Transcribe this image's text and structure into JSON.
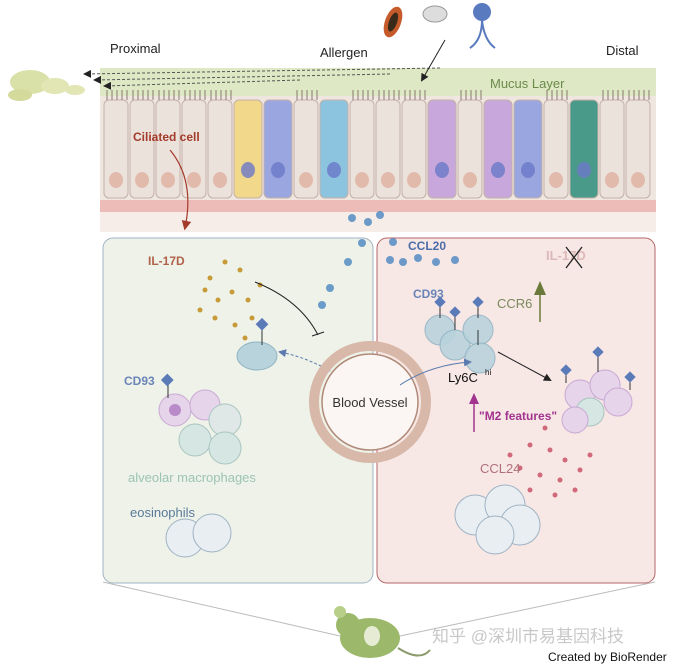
{
  "top": {
    "proximal": "Proximal",
    "allergen": "Allergen",
    "distal": "Distal",
    "mucus_layer": "Mucus Layer",
    "ciliated_cell": "Ciliated cell"
  },
  "left_panel": {
    "il17d": "IL-17D",
    "cd93": "CD93",
    "alveolar_macrophages": "alveolar macrophages",
    "eosinophils": "eosinophils"
  },
  "center": {
    "blood_vessel": "Blood Vessel"
  },
  "right_panel": {
    "ccl20": "CCL20",
    "il17d_crossed": "IL-17D",
    "cd93": "CD93",
    "ccr6": "CCR6",
    "ly6c": "Ly6C",
    "ly6c_sup": "hi",
    "m2_features": "\"M2 features\"",
    "ccl24": "CCL24"
  },
  "footer": {
    "watermark": "知乎 @深圳市易基因科技",
    "credit": "Created by BioRender"
  },
  "colors": {
    "mucus": "#dfe8c4",
    "left_panel_bg": "#eef2e8",
    "right_panel_bg": "#f7e7e5",
    "right_border": "#b5666a",
    "ccl20": "#4a86c0",
    "il17d_dots": "#c89a3a",
    "m2": "#a2338f",
    "ccr6": "#6b7a3a",
    "ciliated_label": "#a33a2a"
  }
}
